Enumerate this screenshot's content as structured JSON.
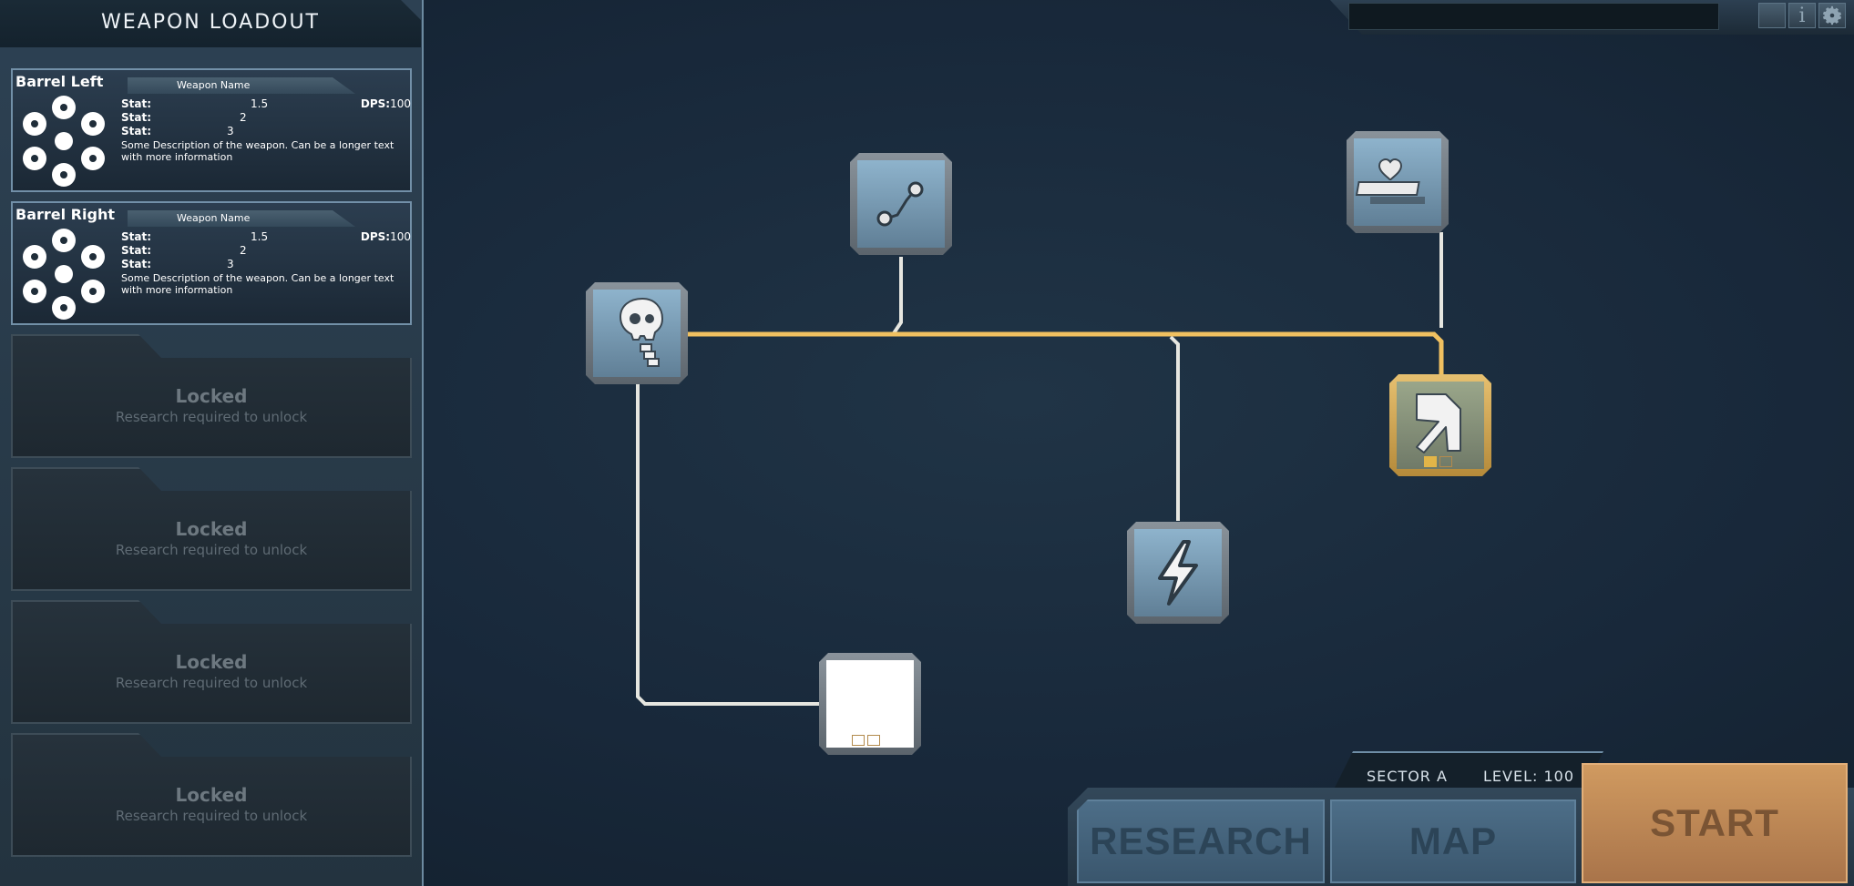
{
  "panel": {
    "title": "WEAPON LOADOUT"
  },
  "slots": [
    {
      "name": "Barrel Left",
      "weapon_name": "Weapon Name",
      "stat_label": "Stat:",
      "stats": [
        "1.5",
        "2",
        "3"
      ],
      "dps_label": "DPS:",
      "dps_value": "100",
      "description": "Some Description of the weapon. Can be a longer text with more information"
    },
    {
      "name": "Barrel Right",
      "weapon_name": "Weapon Name",
      "stat_label": "Stat:",
      "stats": [
        "1.5",
        "2",
        "3"
      ],
      "dps_label": "DPS:",
      "dps_value": "100",
      "description": "Some Description of the weapon. Can be a longer text with more information"
    }
  ],
  "locked_slots": [
    {
      "title": "Locked",
      "subtitle": "Research required to unlock"
    },
    {
      "title": "Locked",
      "subtitle": "Research required to unlock"
    },
    {
      "title": "Locked",
      "subtitle": "Research required to unlock"
    },
    {
      "title": "Locked",
      "subtitle": "Research required to unlock"
    }
  ],
  "top_bar": {
    "info_label": "i",
    "icons": [
      "blank-button",
      "info-icon",
      "gear-icon"
    ]
  },
  "tree": {
    "nodes": [
      {
        "id": "skull",
        "icon": "skull-icon",
        "state": "normal"
      },
      {
        "id": "path",
        "icon": "path-icon",
        "state": "normal"
      },
      {
        "id": "lightning",
        "icon": "lightning-icon",
        "state": "normal"
      },
      {
        "id": "blank",
        "icon": "blank-icon",
        "state": "unlocked-white",
        "pips_filled": 0,
        "pips_total": 2
      },
      {
        "id": "health",
        "icon": "heart-bar-icon",
        "state": "normal"
      },
      {
        "id": "arrow",
        "icon": "arrow-icon",
        "state": "selected-gold",
        "pips_filled": 1,
        "pips_total": 2
      }
    ],
    "colors": {
      "active_link": "#f0c060",
      "inactive_link": "#e6e6e0"
    }
  },
  "footer": {
    "sector": "SECTOR A",
    "level": "LEVEL: 100",
    "research_label": "RESEARCH",
    "map_label": "MAP",
    "start_label": "START"
  }
}
